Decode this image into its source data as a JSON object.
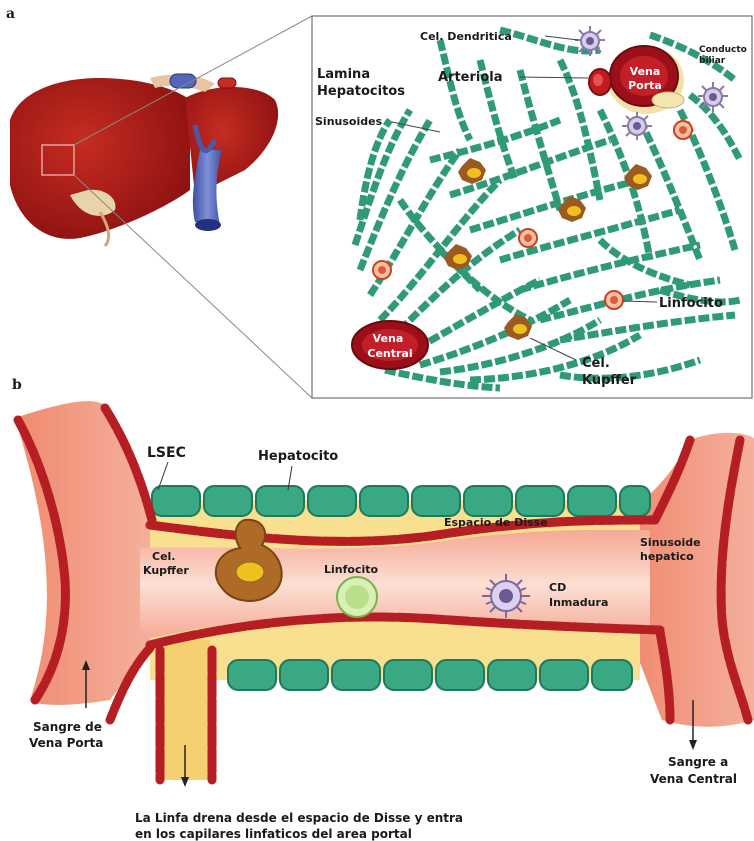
{
  "panel_a": {
    "letter": "a",
    "cel_dendritica": "Cel. Dendritica",
    "conducto_biliar_1": "Conducto",
    "conducto_biliar_2": "biliar",
    "lamina_1": "Lamina",
    "lamina_2": "Hepatocitos",
    "arteriola": "Arteriola",
    "vena_porta_1": "Vena",
    "vena_porta_2": "Porta",
    "sinusoides": "Sinusoides",
    "linfocito": "Linfocito",
    "vena_central_1": "Vena",
    "vena_central_2": "Central",
    "kupffer_1": "Cel.",
    "kupffer_2": "Kupffer"
  },
  "panel_b": {
    "letter": "b",
    "lsec": "LSEC",
    "hepatocito": "Hepatocito",
    "espacio_disse": "Espacio de Disse",
    "sinusoide_1": "Sinusoide",
    "sinusoide_2": "hepatico",
    "kupffer_1": "Cel.",
    "kupffer_2": "Kupffer",
    "linfocito": "Linfocito",
    "cd_1": "CD",
    "cd_2": "Inmadura",
    "sangre_porta_1": "Sangre de",
    "sangre_porta_2": "Vena Porta",
    "sangre_central_1": "Sangre a",
    "sangre_central_2": "Vena Central",
    "caption_1": "La Linfa drena desde el espacio de Disse  y entra",
    "caption_2": "en los capilares linfaticos del area portal"
  },
  "colors": {
    "liver": "#a01818",
    "hepatocyte_green": "#2e9a78",
    "lsec_red": "#b51e22",
    "blood_salmon": "#f0907a",
    "disse_yellow": "#f8e090"
  }
}
